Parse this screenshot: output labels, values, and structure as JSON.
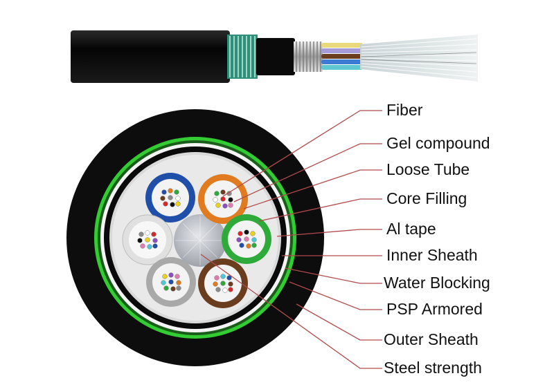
{
  "diagram": {
    "labels": [
      {
        "id": "fiber",
        "text": "Fiber"
      },
      {
        "id": "gel-compound",
        "text": "Gel compound"
      },
      {
        "id": "loose-tube",
        "text": "Loose Tube"
      },
      {
        "id": "core-filling",
        "text": "Core Filling"
      },
      {
        "id": "al-tape",
        "text": "Al tape"
      },
      {
        "id": "inner-sheath",
        "text": "Inner Sheath"
      },
      {
        "id": "water-blocking",
        "text": "Water Blocking"
      },
      {
        "id": "psp-armored",
        "text": "PSP Armored"
      },
      {
        "id": "outer-sheath",
        "text": "Outer Sheath"
      },
      {
        "id": "steel-strength",
        "text": "Steel strength"
      }
    ],
    "colors": {
      "outer_sheath": "#0d0d0d",
      "armor_green": "#33cc33",
      "leader_line": "#b04a4a",
      "tube_blue": "#1f4fa8",
      "tube_orange": "#e07b20",
      "tube_green": "#2eaa3a",
      "tube_brown": "#6b3d1f",
      "tube_grey": "#a9a9a9",
      "tube_white": "#e8e8e8",
      "strength_member": "#b8bcc4"
    }
  }
}
